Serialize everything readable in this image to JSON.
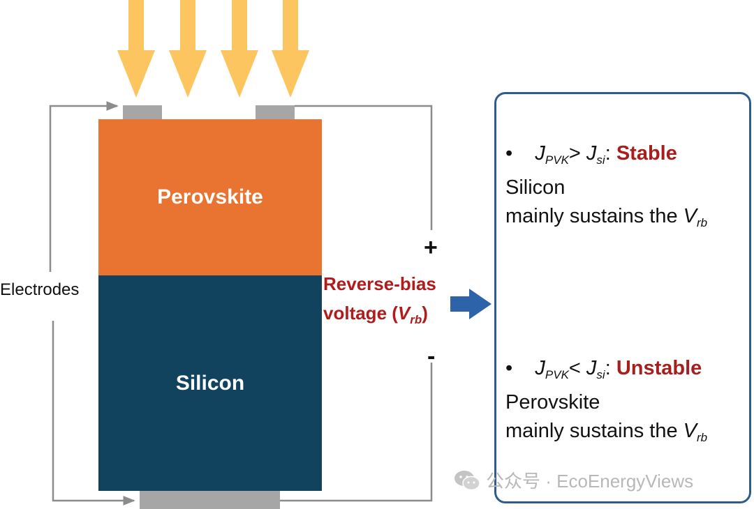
{
  "diagram": {
    "layers": {
      "top": "Perovskite",
      "bottom": "Silicon"
    },
    "electrodes_label": "Electrodes",
    "polarity": {
      "plus": "+",
      "minus": "-"
    },
    "reverse_bias": {
      "line1": "Reverse-bias",
      "line2_prefix": "voltage (",
      "line2_symbol": "V",
      "line2_sub": "rb",
      "line2_suffix": ")"
    },
    "colors": {
      "light_arrows": "#fdc560",
      "perovskite": "#e97431",
      "silicon": "#12435e",
      "electrode": "#a6a6a6",
      "wire": "#8c8c8c",
      "blue_arrow": "#2d63a8",
      "accent_red": "#b01c1c",
      "panel_border": "#2f5c8f"
    }
  },
  "panel": {
    "cases": [
      {
        "bullet": "•",
        "j_left": "J",
        "j_left_sub": "PVK",
        "operator": ">",
        "j_right": "J",
        "j_right_sub": "si",
        "colon": ":",
        "status": "Stable",
        "line1": "Silicon",
        "line2": "mainly sustains the ",
        "v_symbol": "V",
        "v_sub": "rb"
      },
      {
        "bullet": "•",
        "j_left": "J",
        "j_left_sub": "PVK",
        "operator": "<",
        "j_right": "J",
        "j_right_sub": "si",
        "colon": ":",
        "status": "Unstable",
        "line1": "Perovskite",
        "line2": "mainly sustains the ",
        "v_symbol": "V",
        "v_sub": "rb"
      }
    ]
  },
  "watermark": {
    "text": "公众号 · EcoEnergyViews"
  }
}
